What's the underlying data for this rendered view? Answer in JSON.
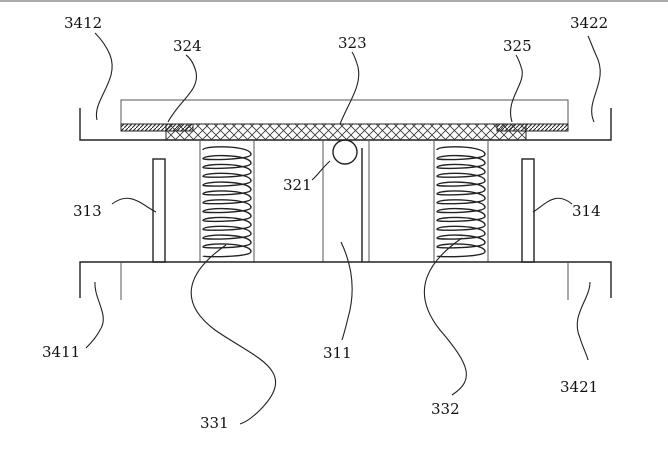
{
  "labels": {
    "l3412": "3412",
    "l324": "324",
    "l323": "323",
    "l325": "325",
    "l3422": "3422",
    "l321": "321",
    "l313": "313",
    "l314": "314",
    "l3411": "3411",
    "l311": "311",
    "l3421": "3421",
    "l331": "331",
    "l332": "332"
  }
}
